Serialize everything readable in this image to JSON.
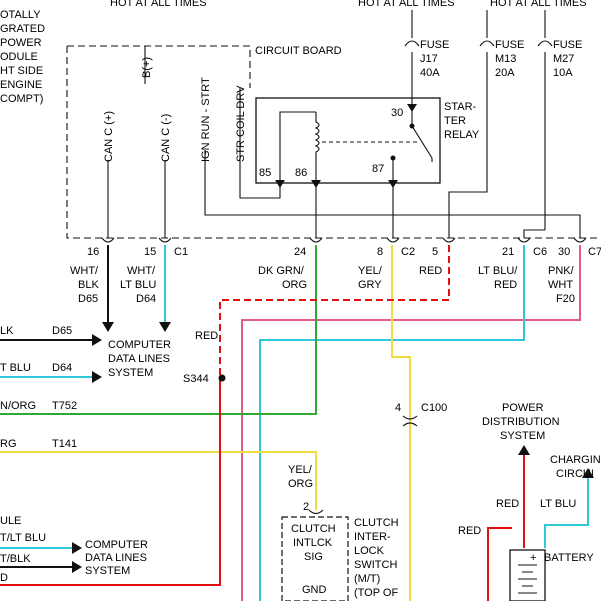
{
  "colors": {
    "red": "#e01010",
    "green": "#2fa82f",
    "yellow": "#f0dc40",
    "cyan": "#30c8d8",
    "pink": "#e05a8a",
    "black": "#111111"
  },
  "top_left_label": [
    "OTALLY",
    "GRATED",
    "POWER",
    "ODULE",
    "HT SIDE",
    "ENGINE",
    "COMPT)"
  ],
  "hot_labels": [
    "HOT AT ALL TIMES",
    "HOT AT ALL TIMES",
    "HOT AT ALL TIMES"
  ],
  "circuit_board": "CIRCUIT BOARD",
  "b_plus": "B(+)",
  "vertical_labels": {
    "can_c_plus": "CAN C (+)",
    "can_c_minus": "CAN C (-)",
    "ign_run_strt": "IGN RUN - STRT",
    "str_coil_drv": "STR COIL DRV"
  },
  "fuses": [
    {
      "title": "FUSE",
      "name": "J17",
      "rating": "40A"
    },
    {
      "title": "FUSE",
      "name": "M13",
      "rating": "20A"
    },
    {
      "title": "FUSE",
      "name": "M27",
      "rating": "10A"
    }
  ],
  "starter_relay": {
    "l1": "STAR-",
    "l2": "TER",
    "l3": "RELAY",
    "pin30": "30",
    "pin85": "85",
    "pin86": "86",
    "pin87": "87"
  },
  "pins": {
    "p16": "16",
    "p15": "15",
    "c1": "C1",
    "p24": "24",
    "p8": "8",
    "c2": "C2",
    "p5": "5",
    "p21": "21",
    "c6": "C6",
    "p30": "30",
    "c7": "C7"
  },
  "wire_labels": {
    "wht_blk": [
      "WHT/",
      "BLK"
    ],
    "wht_ltblu": [
      "WHT/",
      "LT BLU"
    ],
    "dkgrn_org": [
      "DK GRN/",
      "ORG"
    ],
    "yel_gry": [
      "YEL/",
      "GRY"
    ],
    "red": "RED",
    "ltblu_red": [
      "LT BLU/",
      "RED"
    ],
    "pnk_wht": [
      "PNK/",
      "WHT"
    ]
  },
  "circuit_codes": {
    "d65": "D65",
    "d64": "D64",
    "f20": "F20",
    "t752": "T752",
    "t141": "T141"
  },
  "left_edge": {
    "blk": "LK",
    "lt_blu": "T BLU",
    "n_org": "N/ORG",
    "rg": "RG",
    "ule": "ULE",
    "t_lt_blu": "T/LT BLU",
    "t_blk": "T/BLK",
    "d": "D"
  },
  "computer_data_1": [
    "COMPUTER",
    "DATA LINES",
    "SYSTEM"
  ],
  "computer_data_2": [
    "COMPUTER",
    "DATA LINES",
    "SYSTEM"
  ],
  "red_label_left": "RED",
  "splice": "S344",
  "c100": {
    "pin": "4",
    "name": "C100"
  },
  "clutch": {
    "wire": [
      "YEL/",
      "ORG"
    ],
    "pin": "2",
    "inner": [
      "CLUTCH",
      "INTLCK",
      "SIG",
      "GND"
    ],
    "outer": [
      "CLUTCH",
      "INTER-",
      "LOCK",
      "SWITCH",
      "(M/T)",
      "(TOP OF"
    ]
  },
  "power_dist": [
    "POWER",
    "DISTRIBUTION",
    "SYSTEM"
  ],
  "charging": [
    "CHARGIN",
    "CIRCUI"
  ],
  "battery_area": {
    "red1": "RED",
    "lt_blu": "LT BLU",
    "red2": "RED",
    "battery": "BATTERY",
    "plus": "+"
  }
}
